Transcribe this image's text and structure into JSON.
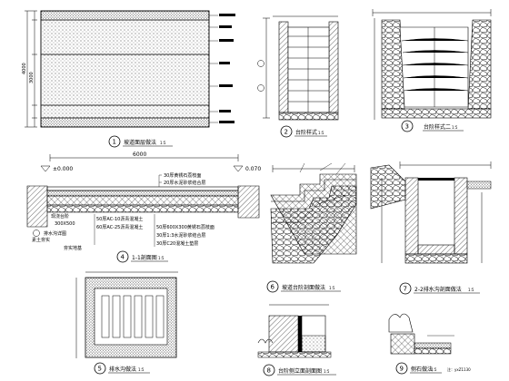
{
  "details": [
    {
      "num": "1",
      "title": "坡道面层做法",
      "scale": "1:5"
    },
    {
      "num": "2",
      "title": "台阶样式",
      "scale": "1:5"
    },
    {
      "num": "3",
      "title": "台阶样式二",
      "scale": "1:5"
    },
    {
      "num": "4",
      "title": "1-1剖面图",
      "scale": "1:5"
    },
    {
      "num": "5",
      "title": "排水沟做法",
      "scale": "1:5"
    },
    {
      "num": "6",
      "title": "坡道台阶剖面做法",
      "scale": "1:5"
    },
    {
      "num": "7",
      "title": "2-2排水沟剖面做法",
      "scale": "1:5"
    },
    {
      "num": "8",
      "title": "台阶侧立面剖面图",
      "scale": "1:5"
    },
    {
      "num": "9",
      "title": "侧石做法",
      "scale": "1:5"
    }
  ],
  "section_1_1": {
    "width_dim": "6000",
    "elev_left": "±0.000",
    "elev_right": "0.070",
    "layers": [
      "30厚黄锈石荔枝面",
      "20厚水泥砂浆结合层"
    ],
    "notes_bottom": [
      "50厚AC-10沥青混凝土",
      "60厚AC-25沥青混凝土",
      "50厚600X300黄锈石荔枝面",
      "30厚1:3水泥砂浆结合层",
      "30厚C20混凝土垫层"
    ],
    "tags_left": [
      "现浇台阶",
      "300X500",
      "排水沟详图",
      "素土夯实",
      "夯实地基"
    ]
  },
  "detail_1": {
    "dims": [
      "4000",
      "3000"
    ]
  },
  "footer_note": "注：yxZ1130"
}
